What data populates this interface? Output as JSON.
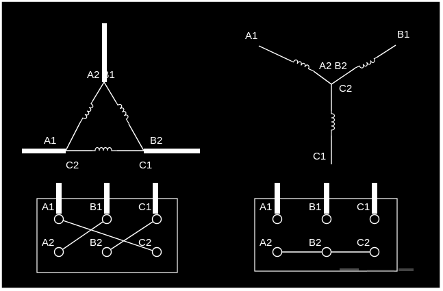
{
  "colors": {
    "background": "#000000",
    "ink": "#ffffff",
    "frame": "#ffffff"
  },
  "delta": {
    "labels": {
      "top": "A2 B1",
      "left": "A1",
      "right": "B2",
      "left_bottom": "C2",
      "right_bottom": "C1"
    },
    "terminal_box": {
      "top_labels": [
        "A1",
        "B1",
        "C1"
      ],
      "bottom_labels": [
        "A2",
        "B2",
        "C2"
      ]
    }
  },
  "star": {
    "labels": {
      "a1": "A1",
      "b1": "B1",
      "center": "A2 B2",
      "c2": "C2",
      "c1": "C1"
    },
    "terminal_box": {
      "top_labels": [
        "A1",
        "B1",
        "C1"
      ],
      "bottom_labels": [
        "A2",
        "B2",
        "C2"
      ]
    }
  }
}
